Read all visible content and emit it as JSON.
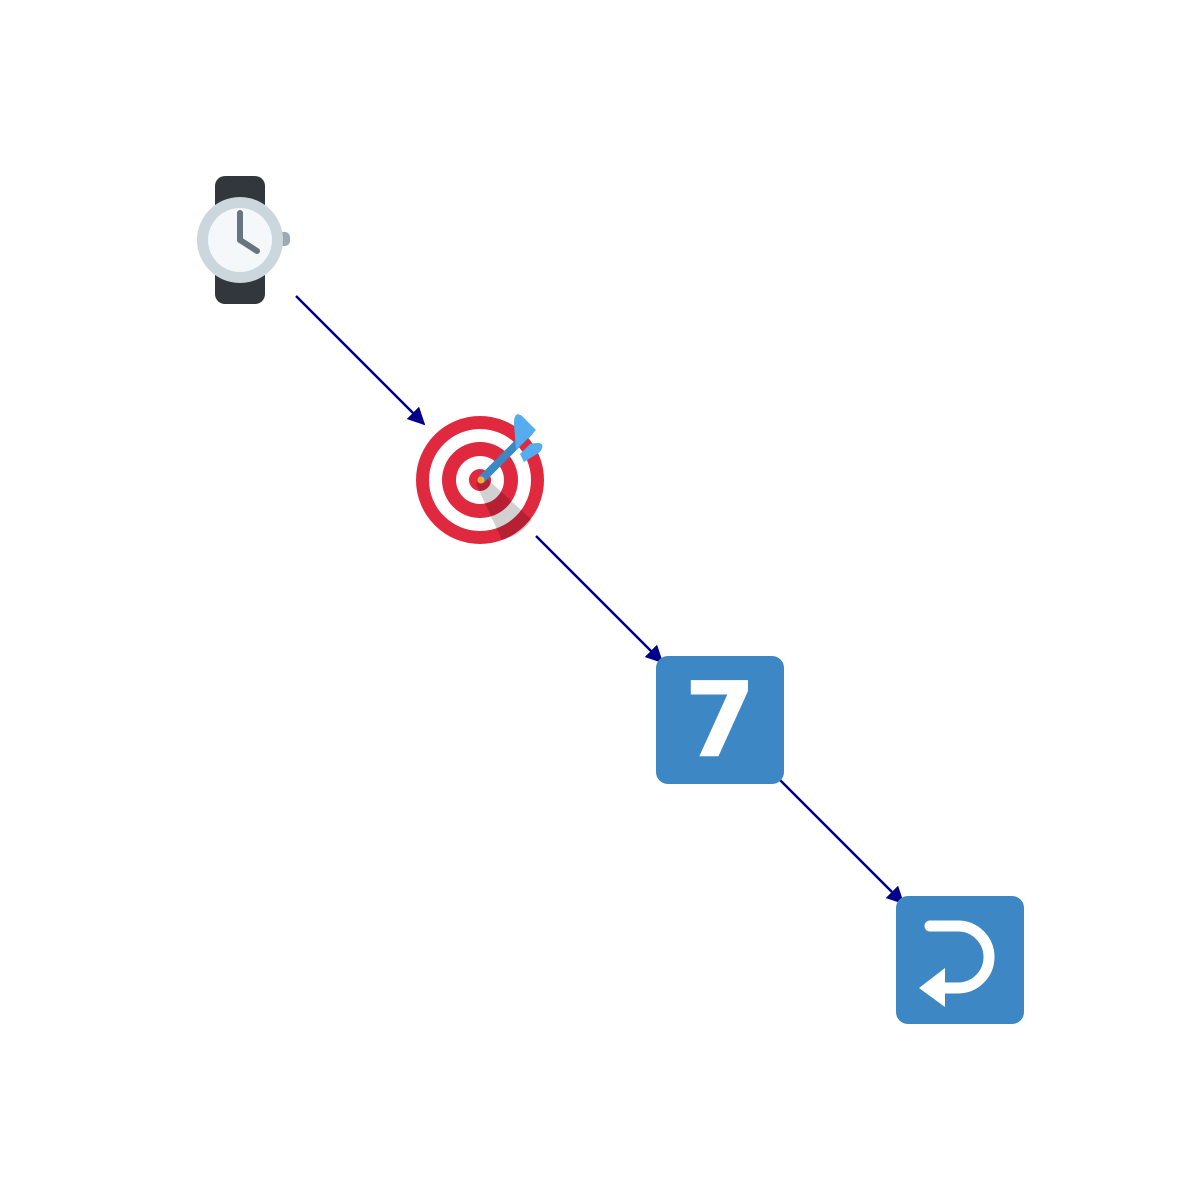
{
  "diagram": {
    "nodes": [
      {
        "id": "watch",
        "icon": "watch-icon",
        "label": ""
      },
      {
        "id": "target",
        "icon": "direct-hit-target-icon",
        "label": ""
      },
      {
        "id": "seven",
        "icon": "keycap-seven-icon",
        "label": "7"
      },
      {
        "id": "return",
        "icon": "return-arrow-icon",
        "label": ""
      }
    ],
    "edges": [
      {
        "from": "watch",
        "to": "target"
      },
      {
        "from": "target",
        "to": "seven"
      },
      {
        "from": "seven",
        "to": "return"
      }
    ],
    "colors": {
      "edge": "#00008b",
      "key_blue": "#3d88c4",
      "key_glyph": "#ffffff",
      "target_red": "#e0283f",
      "dart_blue": "#55acee",
      "watch_band": "#31373d",
      "watch_bezel": "#ccd6dd",
      "watch_face": "#f5f8fa",
      "watch_hands": "#66757f"
    }
  }
}
